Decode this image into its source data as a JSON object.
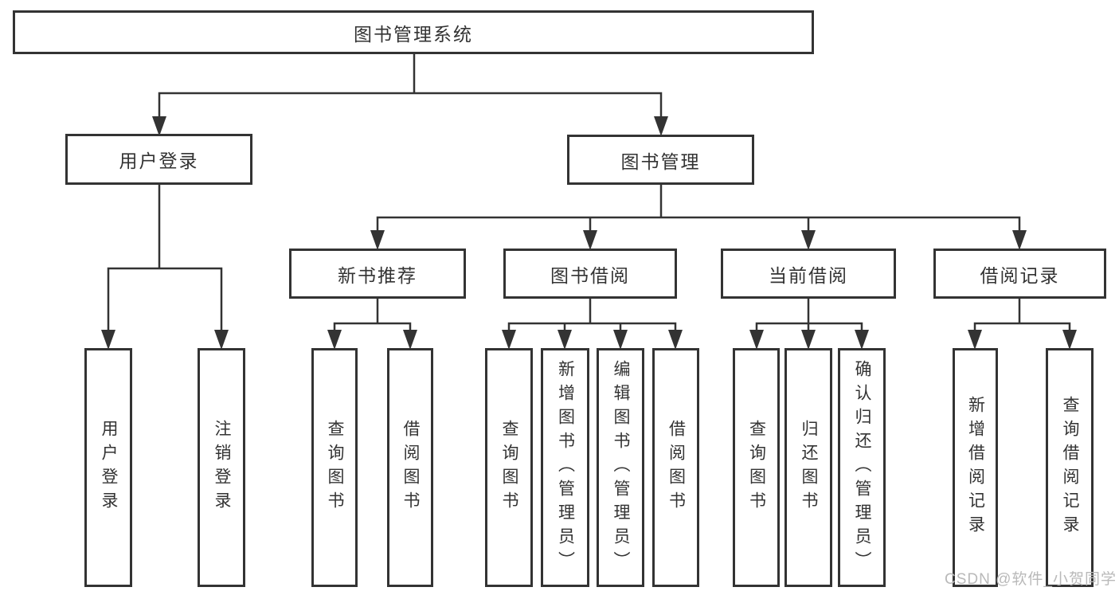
{
  "diagram": {
    "line_color": "#333333",
    "box_border_color": "#333333",
    "text_color": "#333333",
    "background_color": "#ffffff",
    "nodes": {
      "root": {
        "label": "图书管理系统"
      },
      "user_login": {
        "label": "用户登录"
      },
      "book_management": {
        "label": "图书管理"
      },
      "new_book_recommend": {
        "label": "新书推荐"
      },
      "book_borrow": {
        "label": "图书借阅"
      },
      "current_borrow": {
        "label": "当前借阅"
      },
      "borrow_records": {
        "label": "借阅记录"
      },
      "leaf_user_login": {
        "label": "用户登录"
      },
      "leaf_logout": {
        "label": "注销登录"
      },
      "leaf_query_books_recommend": {
        "label": "查询图书"
      },
      "leaf_borrow_books_recommend": {
        "label": "借阅图书"
      },
      "leaf_query_books_borrow": {
        "label": "查询图书"
      },
      "leaf_add_book_admin": {
        "label": "新增图书（管理员）"
      },
      "leaf_edit_book_admin": {
        "label": "编辑图书（管理员）"
      },
      "leaf_borrow_books_borrow": {
        "label": "借阅图书"
      },
      "leaf_query_books_current": {
        "label": "查询图书"
      },
      "leaf_return_book": {
        "label": "归还图书"
      },
      "leaf_confirm_return_admin": {
        "label": "确认归还（管理员）"
      },
      "leaf_add_borrow_record": {
        "label": "新增借阅记录"
      },
      "leaf_query_borrow_record": {
        "label": "查询借阅记录"
      }
    },
    "hierarchy": {
      "图书管理系统": {
        "用户登录": [
          "用户登录",
          "注销登录"
        ],
        "图书管理": {
          "新书推荐": [
            "查询图书",
            "借阅图书"
          ],
          "图书借阅": [
            "查询图书",
            "新增图书（管理员）",
            "编辑图书（管理员）",
            "借阅图书"
          ],
          "当前借阅": [
            "查询图书",
            "归还图书",
            "确认归还（管理员）"
          ],
          "借阅记录": [
            "新增借阅记录",
            "查询借阅记录"
          ]
        }
      }
    }
  },
  "watermark": {
    "text": "CSDN @软件_小贺同学",
    "color": "#b9b9b9"
  }
}
